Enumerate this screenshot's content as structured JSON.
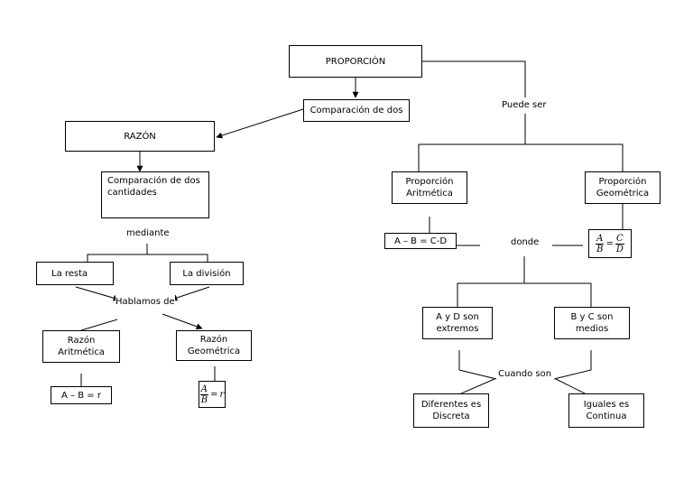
{
  "nodes": {
    "proporcion": "PROPORCIÓN",
    "comparacion_dos": "Comparación de dos",
    "razon": "RAZÓN",
    "comparacion_cantidades": "Comparación de dos\ncantidades",
    "la_resta": "La resta",
    "la_division": "La división",
    "razon_aritmetica": "Razón\nAritmética",
    "razon_geometrica": "Razón\nGeométrica",
    "formula_resta": "A – B = r",
    "proporcion_aritmetica": "Proporción\nAritmética",
    "proporcion_geometrica": "Proporción\nGeométrica",
    "formula_prop_aritmetica": "A – B = C-D",
    "ayd_extremos": "A y D son\nextremos",
    "byc_medios": "B y C son\nmedios",
    "diferentes_discreta": "Diferentes es\nDiscreta",
    "iguales_continua": "Iguales es\nContinua"
  },
  "labels": {
    "puede_ser": "Puede ser",
    "mediante": "mediante",
    "hablamos_de": "Hablamos de",
    "donde": "donde",
    "cuando_son": "Cuando son"
  },
  "fractions": {
    "razon_geo": {
      "a": "A",
      "b": "B",
      "eq": "=",
      "r": "r"
    },
    "prop_geo": {
      "a": "A",
      "b": "B",
      "eq": "=",
      "c": "C",
      "d": "D"
    }
  }
}
